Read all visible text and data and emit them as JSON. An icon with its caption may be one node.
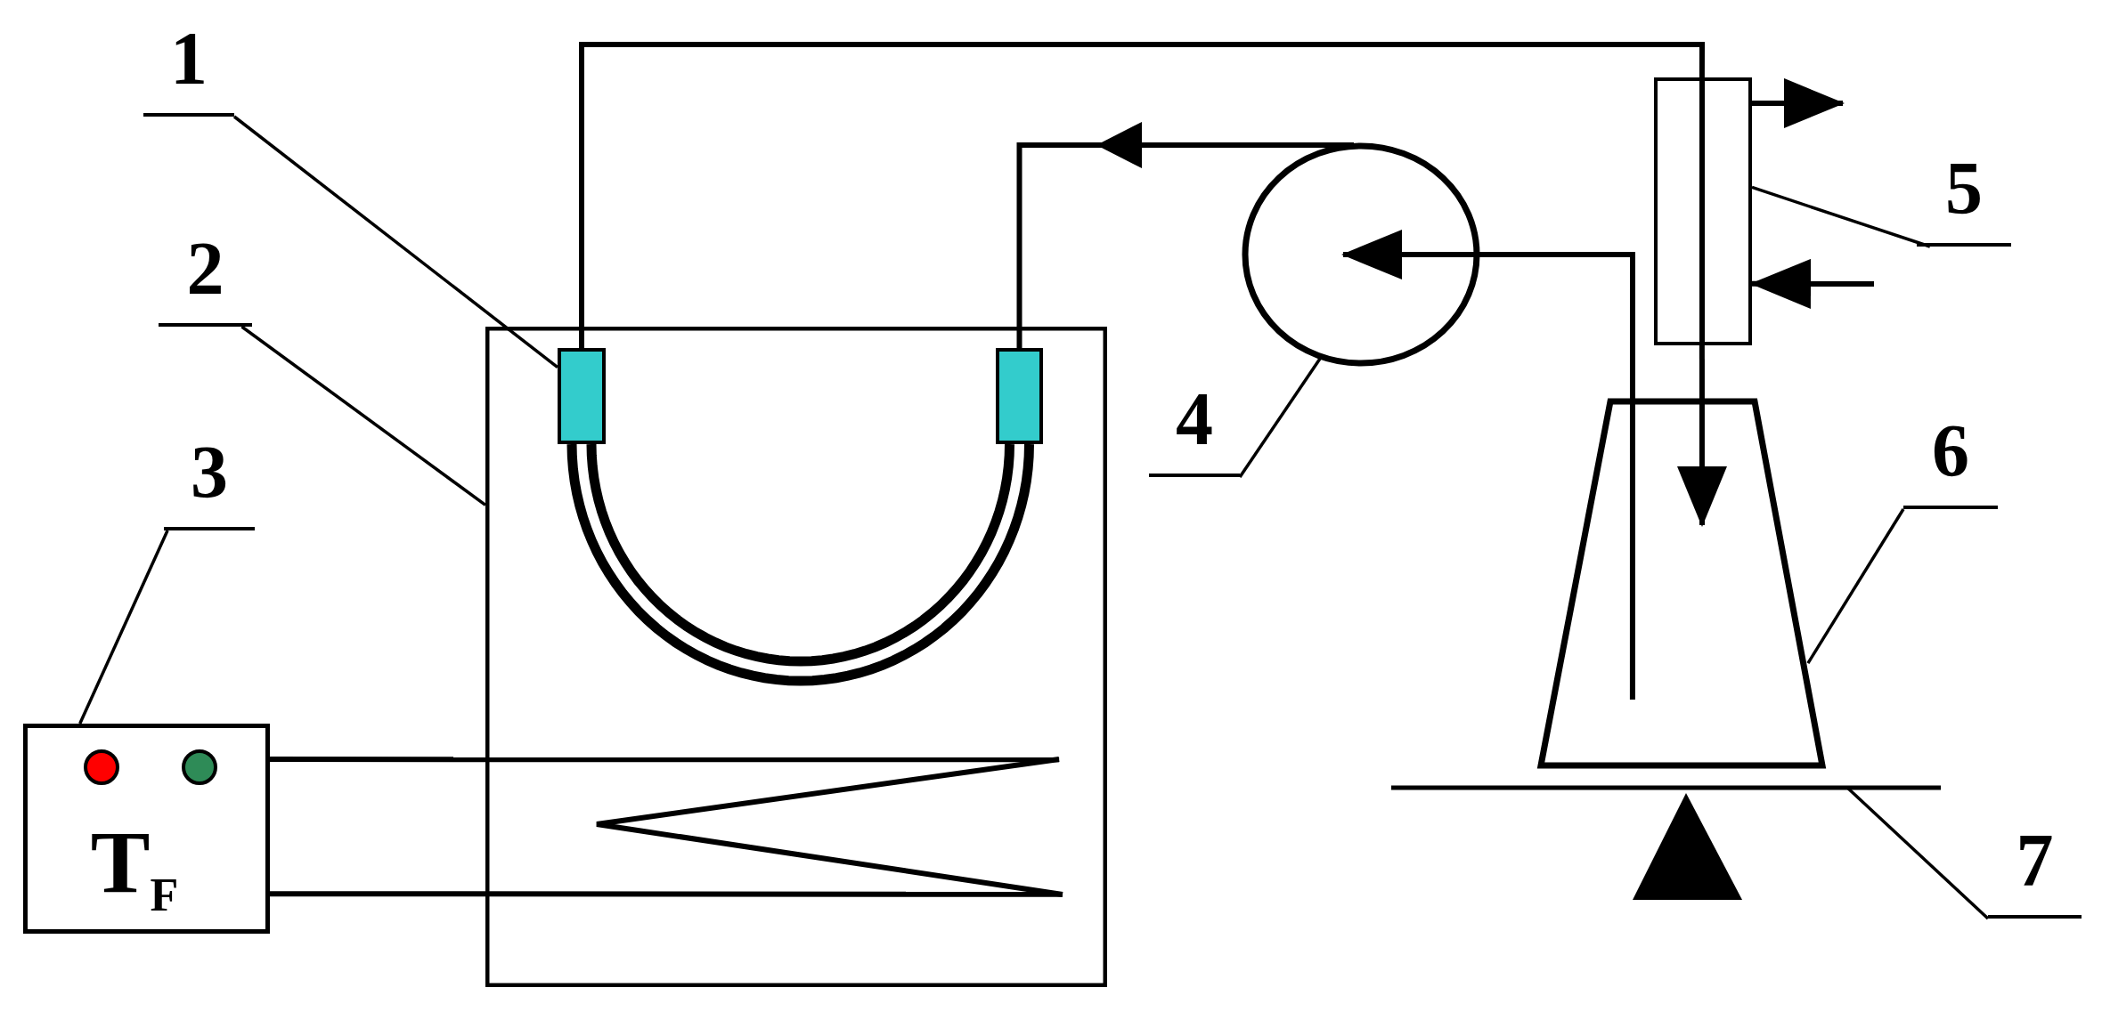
{
  "diagram": {
    "nodes": [
      {
        "text": [
          "1"
        ]
      },
      {
        "text": [
          "2"
        ]
      },
      {
        "text": [
          "3"
        ]
      },
      {
        "text": [
          "4"
        ]
      },
      {
        "text": [
          "5"
        ]
      },
      {
        "text": [
          "6"
        ]
      },
      {
        "text": [
          "7"
        ]
      },
      {
        "text": [],
        "shape": "box"
      },
      {
        "text": [],
        "shape": "box",
        "in": 7
      },
      {
        "text": [],
        "shape": "box",
        "in": 7
      },
      {
        "text": [],
        "shape": "coil",
        "in": 7
      },
      {
        "text": [
          "T$_{F}$"
        ]
      },
      {
        "text": [],
        "shape": "circle"
      },
      {
        "text": [],
        "shape": "box"
      },
      {
        "text": [],
        "shape": "trapezoid"
      },
      {
        "text": [],
        "shape": "bar"
      }
    ],
    "edges": [
      {
        "from": 0,
        "to": 8,
        "arrow": "none"
      },
      {
        "from": 1,
        "to": 7,
        "arrow": "none"
      },
      {
        "from": 2,
        "to": 11,
        "arrow": "none"
      },
      {
        "from": 3,
        "to": 12,
        "arrow": "none"
      },
      {
        "from": 4,
        "to": 13,
        "arrow": "none"
      },
      {
        "from": 5,
        "to": 14,
        "arrow": "none"
      },
      {
        "from": 6,
        "to": 15,
        "arrow": "none"
      },
      {
        "from": 8,
        "to": 9,
        "arrow": "none",
        "style": "thick"
      },
      {
        "from": 11,
        "to": 10,
        "arrow": "none"
      },
      {
        "from": 11,
        "to": 10,
        "arrow": "none"
      },
      {
        "from": 8,
        "to": 13,
        "arrow": "none"
      },
      {
        "from": 13,
        "to": 14,
        "arrow": "to"
      },
      {
        "from": 14,
        "to": 12,
        "arrow": "to"
      },
      {
        "from": 12,
        "to": 9,
        "arrow": "to"
      },
      {
        "from": 13,
        "to": null,
        "arrow": "to"
      },
      {
        "from": null,
        "to": 13,
        "arrow": "to"
      }
    ]
  }
}
